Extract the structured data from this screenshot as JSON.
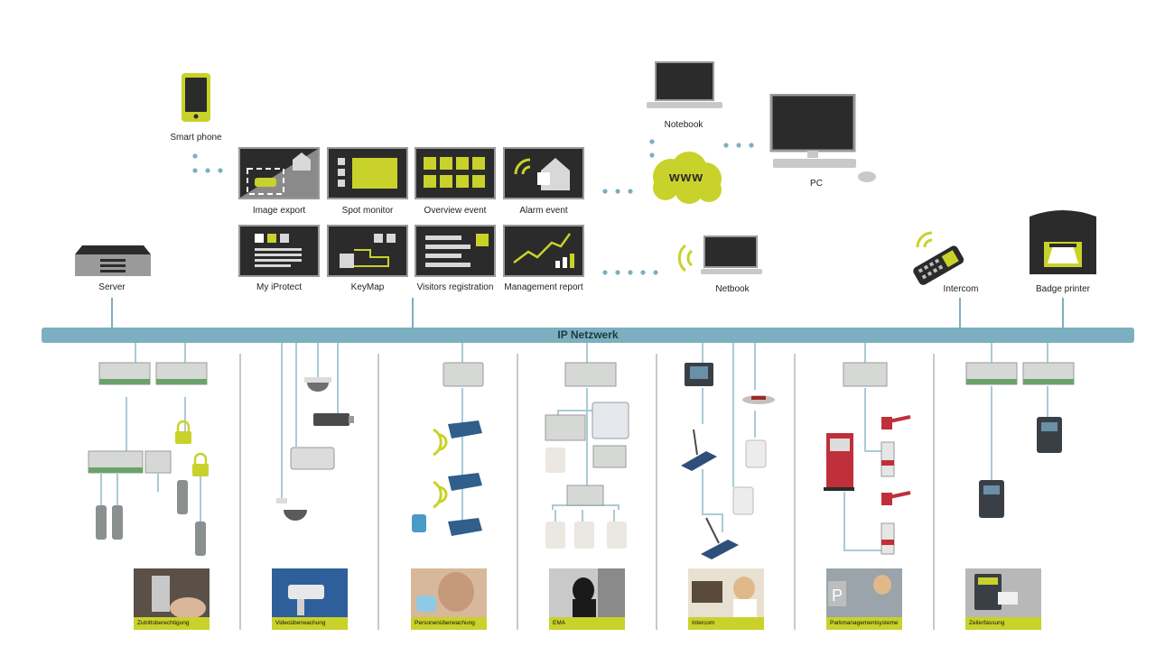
{
  "colors": {
    "accent": "#c9d22a",
    "network": "#7cb0c0",
    "device": "#2b2b2b",
    "line": "#a9cbd6"
  },
  "network": {
    "label": "IP Netzwerk"
  },
  "clients": {
    "smartphone": "Smart phone",
    "notebook": "Notebook",
    "pc": "PC",
    "netbook": "Netbook",
    "server": "Server",
    "intercom": "Intercom",
    "badge_printer": "Badge printer",
    "www": "www"
  },
  "modules": [
    {
      "label": "Image export",
      "icon": "image-export-icon"
    },
    {
      "label": "Spot monitor",
      "icon": "spot-monitor-icon"
    },
    {
      "label": "Overview event",
      "icon": "overview-event-icon"
    },
    {
      "label": "Alarm event",
      "icon": "alarm-event-icon"
    },
    {
      "label": "My iProtect",
      "icon": "my-iprotect-icon"
    },
    {
      "label": "KeyMap",
      "icon": "keymap-icon"
    },
    {
      "label": "Visitors registration",
      "icon": "visitors-registration-icon"
    },
    {
      "label": "Management report",
      "icon": "management-report-icon"
    }
  ],
  "subsystems": [
    {
      "caption": "Zutrittsberechtigung"
    },
    {
      "caption": "Videoüberwachung"
    },
    {
      "caption": "Personenüberwachung"
    },
    {
      "caption": "EMA"
    },
    {
      "caption": "Intercom"
    },
    {
      "caption": "Parkmanagementsysteme"
    },
    {
      "caption": "Zeiterfassung"
    }
  ]
}
